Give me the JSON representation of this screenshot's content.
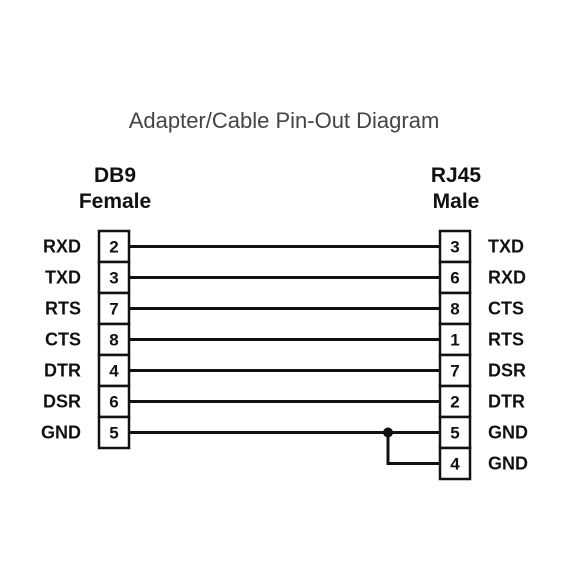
{
  "title": "Adapter/Cable Pin-Out Diagram",
  "left_connector": {
    "name": "DB9",
    "type": "Female"
  },
  "right_connector": {
    "name": "RJ45",
    "type": "Male"
  },
  "left_pins": [
    {
      "signal": "RXD",
      "pin": "2"
    },
    {
      "signal": "TXD",
      "pin": "3"
    },
    {
      "signal": "RTS",
      "pin": "7"
    },
    {
      "signal": "CTS",
      "pin": "8"
    },
    {
      "signal": "DTR",
      "pin": "4"
    },
    {
      "signal": "DSR",
      "pin": "6"
    },
    {
      "signal": "GND",
      "pin": "5"
    }
  ],
  "right_pins": [
    {
      "pin": "3",
      "signal": "TXD"
    },
    {
      "pin": "6",
      "signal": "RXD"
    },
    {
      "pin": "8",
      "signal": "CTS"
    },
    {
      "pin": "1",
      "signal": "RTS"
    },
    {
      "pin": "7",
      "signal": "DSR"
    },
    {
      "pin": "2",
      "signal": "DTR"
    },
    {
      "pin": "5",
      "signal": "GND"
    },
    {
      "pin": "4",
      "signal": "GND"
    }
  ],
  "connections": [
    {
      "from": "2",
      "to": [
        "3"
      ]
    },
    {
      "from": "3",
      "to": [
        "6"
      ]
    },
    {
      "from": "7",
      "to": [
        "8"
      ]
    },
    {
      "from": "8",
      "to": [
        "1"
      ]
    },
    {
      "from": "4",
      "to": [
        "7"
      ]
    },
    {
      "from": "6",
      "to": [
        "2"
      ]
    },
    {
      "from": "5",
      "to": [
        "5",
        "4"
      ]
    }
  ],
  "colors": {
    "line": "#111111",
    "title": "#444444"
  }
}
